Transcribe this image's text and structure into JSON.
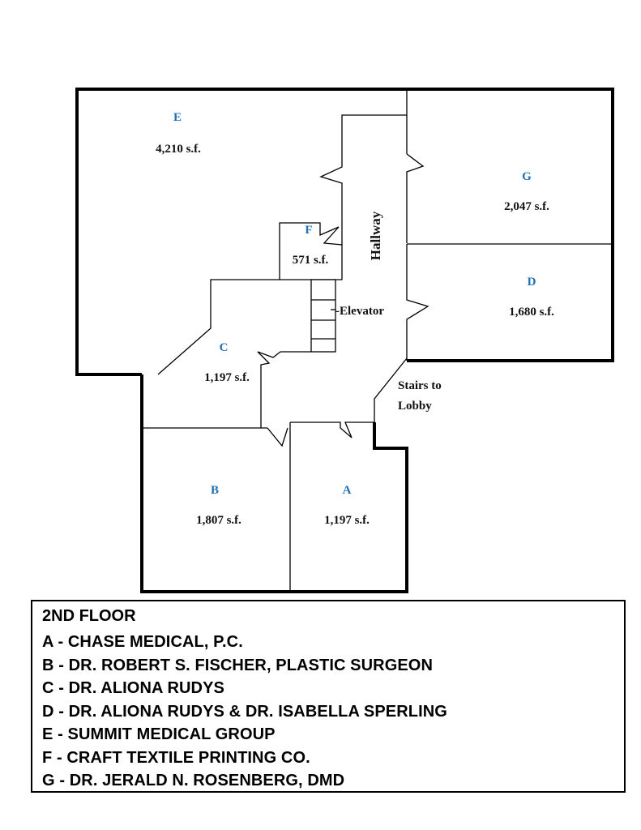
{
  "floor_title": "2ND FLOOR",
  "units": {
    "A": {
      "letter": "A",
      "area": "1,197 s.f."
    },
    "B": {
      "letter": "B",
      "area": "1,807 s.f."
    },
    "C": {
      "letter": "C",
      "area": "1,197 s.f."
    },
    "D": {
      "letter": "D",
      "area": "1,680 s.f."
    },
    "E": {
      "letter": "E",
      "area": "4,210 s.f."
    },
    "F": {
      "letter": "F",
      "area": "571 s.f."
    },
    "G": {
      "letter": "G",
      "area": "2,047 s.f."
    }
  },
  "labels": {
    "hallway": "Hallway",
    "elevator": "-Elevator",
    "stairs_line1": "Stairs to",
    "stairs_line2": "Lobby"
  },
  "legend": [
    "A - CHASE MEDICAL, P.C.",
    "B - DR. ROBERT S. FISCHER, PLASTIC SURGEON",
    "C - DR. ALIONA RUDYS",
    "D - DR. ALIONA RUDYS & DR. ISABELLA SPERLING",
    "E - SUMMIT MEDICAL GROUP",
    "F - CRAFT TEXTILE PRINTING CO.",
    "G - DR. JERALD N. ROSENBERG, DMD"
  ],
  "colors": {
    "unit_letter": "#1f6fb2",
    "wall": "#000000"
  }
}
